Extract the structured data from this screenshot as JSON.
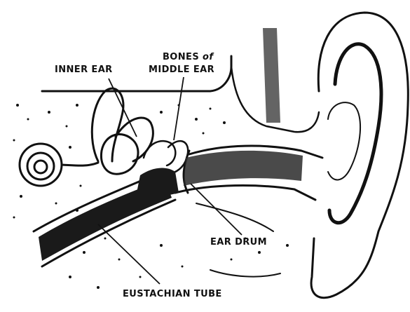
{
  "labels": {
    "inner_ear": "INNER EAR",
    "bones_line1_a": "BONES ",
    "bones_line1_b": "of",
    "bones_line2": "MIDDLE EAR",
    "ear_drum": "EAR DRUM",
    "eustachian_tube": "EUSTACHIAN TUBE"
  },
  "colors": {
    "ink": "#111111",
    "paper": "#ffffff",
    "tube_fill": "#1a1a1a"
  }
}
